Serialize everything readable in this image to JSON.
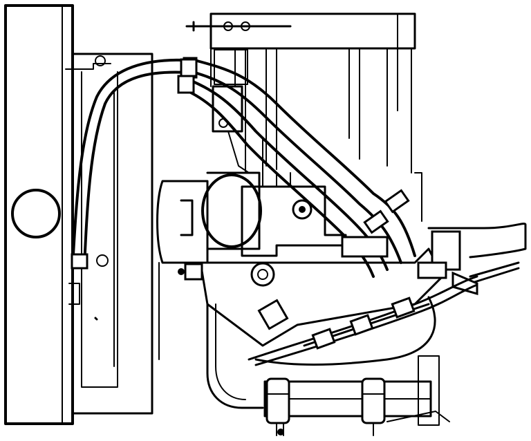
{
  "figure": {
    "ink_color": "#000000",
    "paper_color": "#ffffff",
    "style": "line-art technical illustration",
    "parts": [
      "radiator",
      "radiator-cap",
      "engine-block",
      "cylinder-head",
      "fuel-injection-pump",
      "fuel-filter",
      "hydraulic-hoses",
      "hose-clamps",
      "oil-pan",
      "mounting-brackets",
      "bolts"
    ]
  }
}
